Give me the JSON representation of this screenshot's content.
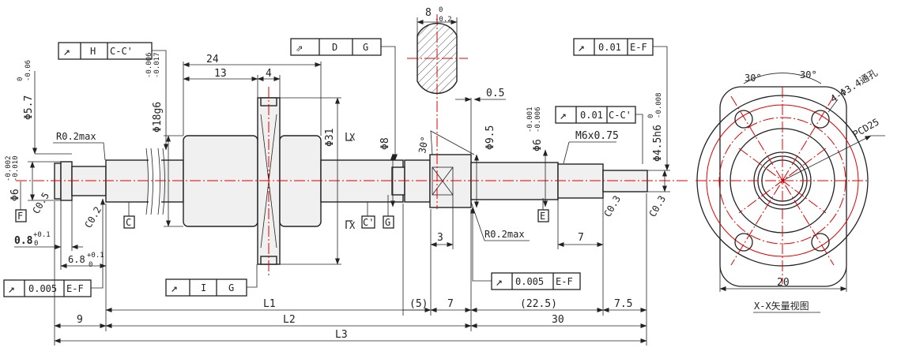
{
  "dims": {
    "phi5_7": "Φ5.7",
    "phi5_7_tol_up": "0",
    "phi5_7_tol_lo": "-0.06",
    "phi6_left": "Φ6",
    "phi6_left_tol_up": "-0.002",
    "phi6_left_tol_lo": "-0.010",
    "r02_left": "R0.2max",
    "c05": "C0.5",
    "c02_left": "C0.2",
    "w08": "0.8",
    "w08_tol_up": "+0.1",
    "w08_tol_lo": "0",
    "w68": "6.8",
    "w68_tol_up": "+0.1",
    "w68_tol_lo": "0",
    "phi18": "Φ18g6",
    "phi18_tol_up": "-0.006",
    "phi18_tol_lo": "-0.017",
    "d24": "24",
    "d13": "13",
    "d4": "4",
    "phi31": "Φ31",
    "phi8": "Φ8",
    "flat8": "8",
    "flat8_tol_up": "0",
    "flat8_tol_lo": "-0.2",
    "angle30": "30°",
    "phi9_5": "Φ9.5",
    "d05": "0.5",
    "phi6_right": "Φ6",
    "phi6_right_tol_up": "-0.001",
    "phi6_right_tol_lo": "-0.006",
    "m6": "M6x0.75",
    "phi4_5": "Φ4.5h6",
    "phi4_5_tol_up": "0",
    "phi4_5_tol_lo": "-0.008",
    "c03_a": "C0.3",
    "c03_b": "C0.3",
    "d3": "3",
    "r02_right": "R0.2max",
    "d7a": "7",
    "l1": "L1",
    "d5": "(5)",
    "d7b": "7",
    "d22_5": "(22.5)",
    "d7_5": "7.5",
    "d9": "9",
    "l2": "L2",
    "d30": "30",
    "l3": "L3",
    "x_mark": "X"
  },
  "datums": [
    "F",
    "C",
    "C'",
    "G",
    "E"
  ],
  "tolerance_frames": {
    "f1": {
      "symbol": "↗",
      "a": "H",
      "b": "C-C'"
    },
    "f2": {
      "symbol": "⇗",
      "a": "D",
      "b": "G"
    },
    "f3": {
      "symbol": "↗",
      "a": "0.01",
      "b": "E-F"
    },
    "f4": {
      "symbol": "↗",
      "a": "0.01",
      "b": "C-C'"
    },
    "f5": {
      "symbol": "↗",
      "a": "0.005",
      "b": "E-F"
    },
    "f6": {
      "symbol": "↗",
      "a": "I",
      "b": "G"
    },
    "f7": {
      "symbol": "↗",
      "a": "0.005",
      "b": "E-F"
    }
  },
  "end_view": {
    "angle_left": "30°",
    "angle_right": "30°",
    "holes": "4-Φ3.4通孔",
    "pcd": "PCD25",
    "width": "20",
    "title": "X-X矢量视图"
  },
  "colors": {
    "line": "#222222",
    "centerline": "#e00000",
    "body_fill": "#f0f0f0"
  }
}
